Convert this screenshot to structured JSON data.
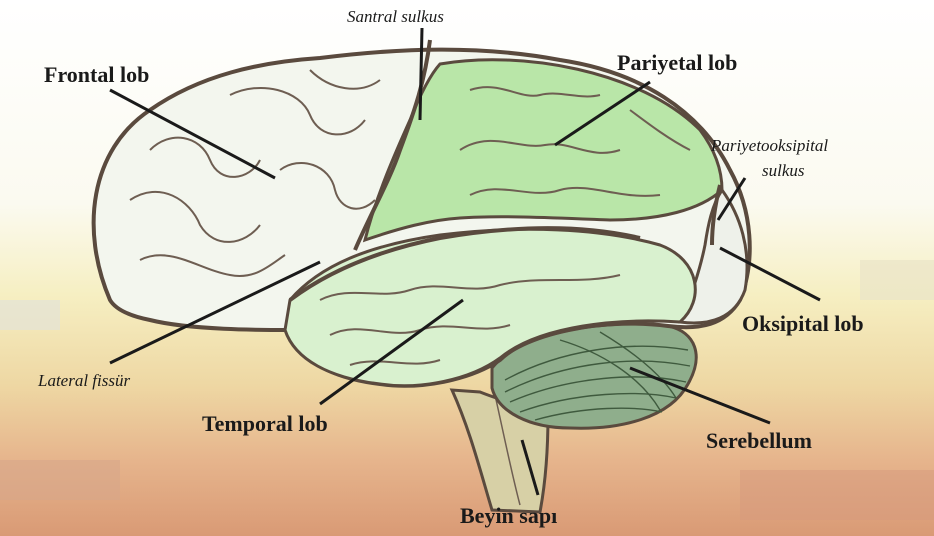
{
  "diagram": {
    "labels": {
      "frontal_lob": "Frontal lob",
      "santral_sulkus": "Santral sulkus",
      "pariyetal_lob": "Pariyetal lob",
      "pariyetooksipital_line1": "Pariyetooksipital",
      "pariyetooksipital_line2": "sulkus",
      "oksipital_lob": "Oksipital lob",
      "lateral_fissur": "Lateral fissür",
      "temporal_lob": "Temporal lob",
      "serebellum": "Serebellum",
      "beyin_sapi": "Beyin sapı"
    },
    "colors": {
      "outline": "#5a4a3e",
      "frontal_fill": "#f3f6ee",
      "parietal_fill": "#b9e6a8",
      "temporal_fill": "#d9f1cf",
      "occipital_fill": "#eef1ea",
      "cerebellum_fill": "#8fae8c",
      "brainstem_fill": "#d7d0a6",
      "background_top": "#fbfaf2",
      "background_bottom": "#d8a07a"
    }
  }
}
